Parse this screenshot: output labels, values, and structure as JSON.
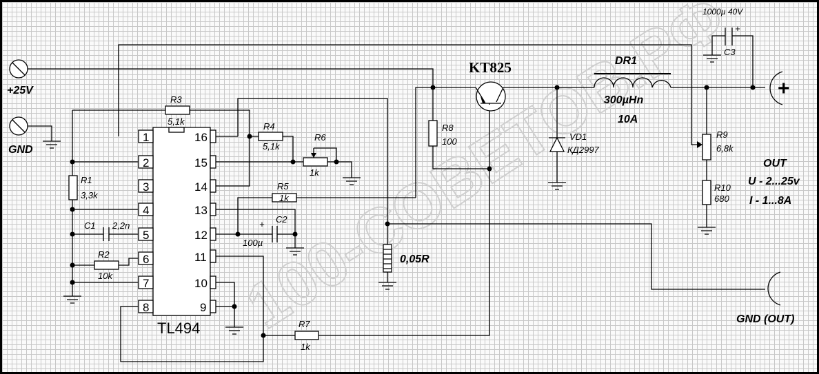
{
  "title_transistor": "KT825",
  "ic": {
    "name": "TL494",
    "left_pins": [
      "1",
      "2",
      "3",
      "4",
      "5",
      "6",
      "7",
      "8"
    ],
    "right_pins": [
      "16",
      "15",
      "14",
      "13",
      "12",
      "11",
      "10",
      "9"
    ]
  },
  "terminals": {
    "vin": "+25V",
    "gnd": "GND",
    "out_plus": "+",
    "out_gnd": "GND (OUT)"
  },
  "components": {
    "r1": {
      "name": "R1",
      "value": "3,3k"
    },
    "r2": {
      "name": "R2",
      "value": "10k"
    },
    "r3": {
      "name": "R3",
      "value": "5,1k"
    },
    "r4": {
      "name": "R4",
      "value": "5,1k"
    },
    "r5": {
      "name": "R5",
      "value": "1k"
    },
    "r6": {
      "name": "R6",
      "value": "1k"
    },
    "r7": {
      "name": "R7",
      "value": "1k"
    },
    "r8": {
      "name": "R8",
      "value": "100"
    },
    "r9": {
      "name": "R9",
      "value": "6,8k"
    },
    "r10": {
      "name": "R10",
      "value": "680"
    },
    "c1": {
      "name": "C1",
      "value": "2,2n"
    },
    "c2": {
      "name": "C2",
      "value": "100µ",
      "polarity": "+"
    },
    "c3": {
      "name": "C3",
      "value": "1000µ 40V",
      "polarity": "+"
    },
    "vd1": {
      "name": "VD1",
      "value": "КД2997"
    },
    "dr1": {
      "name": "DR1",
      "value": "300µHn",
      "current": "10A"
    },
    "shunt": {
      "value": "0,05R"
    }
  },
  "output_spec": {
    "title": "OUT",
    "voltage": "U - 2...25v",
    "current": "I - 1...8A"
  },
  "watermark": "100-СОВЕТОВ.РФ"
}
